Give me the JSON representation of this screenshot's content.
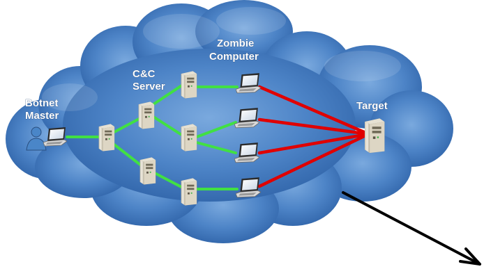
{
  "labels": {
    "botnet_master_line1": "Botnet",
    "botnet_master_line2": "Master",
    "cc_server_line1": "C&C",
    "cc_server_line2": "Server",
    "zombie_line1": "Zombie",
    "zombie_line2": "Computer",
    "target": "Target"
  },
  "colors": {
    "cloud": "#3f78bd",
    "cloud_light": "#6e9fd8",
    "control_link": "#41e043",
    "attack_link": "#e00000",
    "arrow": "#000000"
  },
  "icons": {
    "master": "user-laptop-icon",
    "server": "server-tower-icon",
    "zombie": "laptop-icon",
    "target": "server-tower-icon"
  }
}
